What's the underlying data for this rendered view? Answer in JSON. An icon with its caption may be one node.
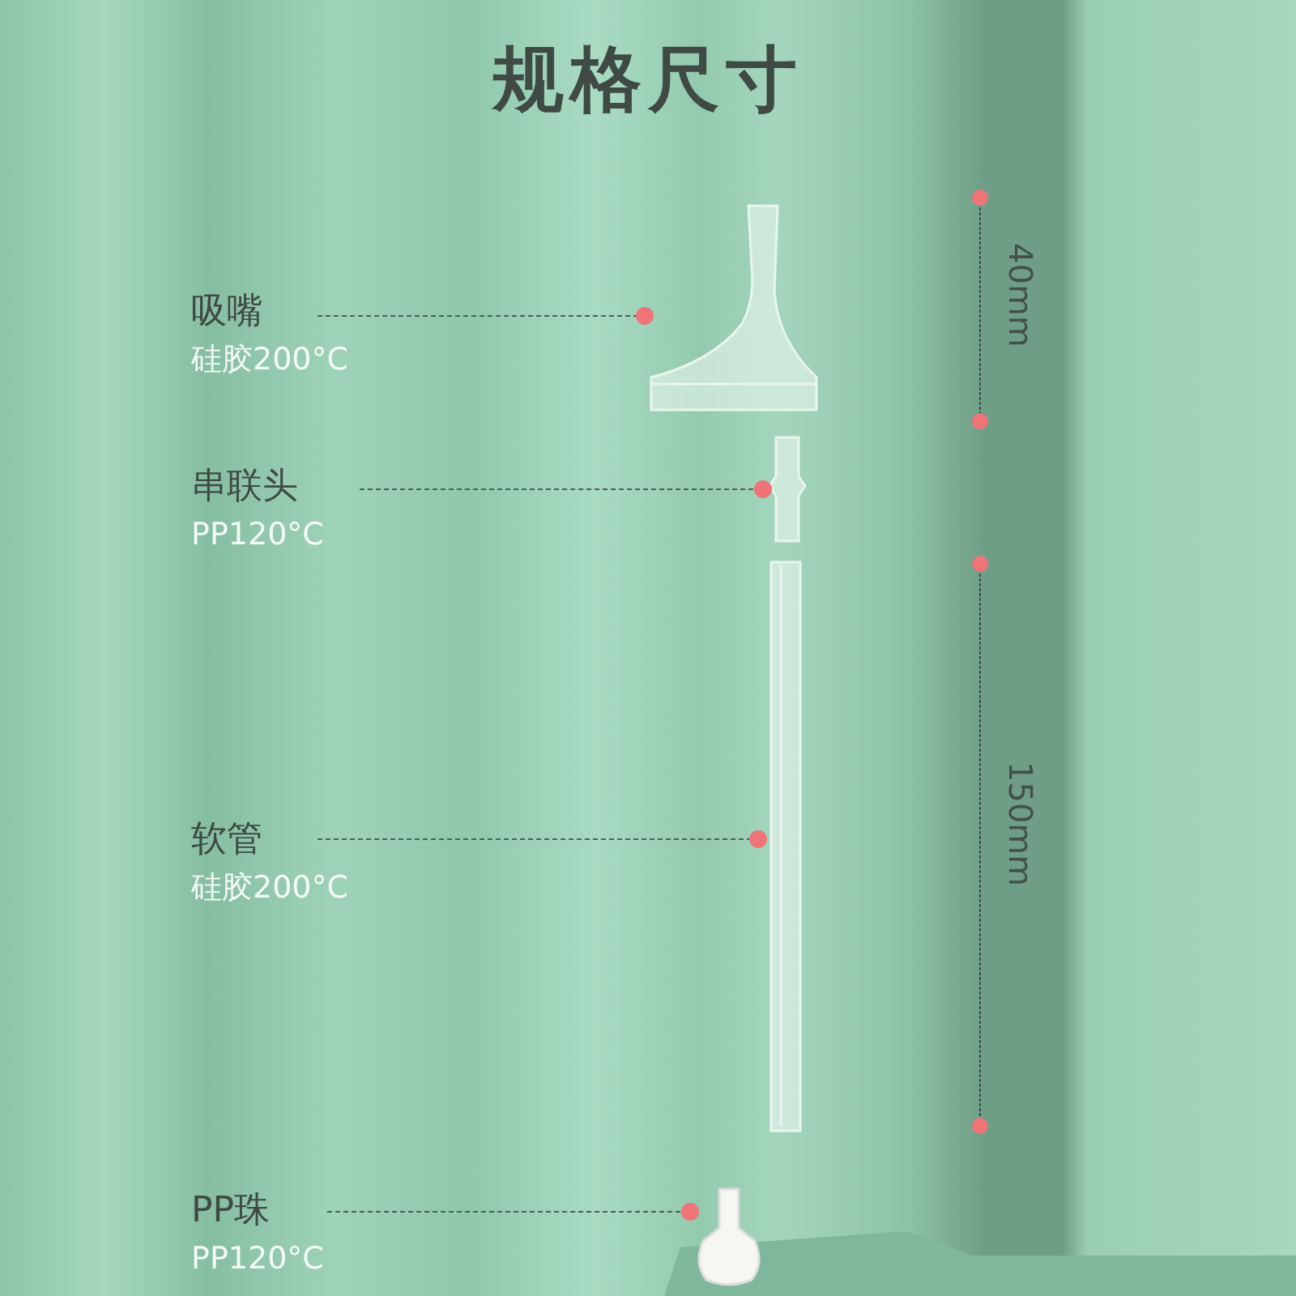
{
  "diagram": {
    "title": "规格尺寸",
    "nodes": [
      {
        "text": [
          "吸嘴",
          "硅胶200°C"
        ]
      },
      {
        "text": [
          "串联头",
          "PP120°C"
        ]
      },
      {
        "text": [
          "软管",
          "硅胶200°C"
        ]
      },
      {
        "text": [
          "PP珠",
          "PP120°C"
        ]
      },
      {
        "text": [],
        "shape": "picture"
      },
      {
        "text": [],
        "shape": "picture"
      },
      {
        "text": [],
        "shape": "picture"
      },
      {
        "text": [],
        "shape": "picture"
      }
    ],
    "edges": [
      {
        "from": 0,
        "to": 4,
        "arrow": "other"
      },
      {
        "from": 1,
        "to": 5,
        "arrow": "other"
      },
      {
        "from": 2,
        "to": 6,
        "arrow": "other"
      },
      {
        "from": 3,
        "to": 7,
        "arrow": "other"
      }
    ],
    "labels": [
      "40mm",
      "150mm"
    ]
  }
}
